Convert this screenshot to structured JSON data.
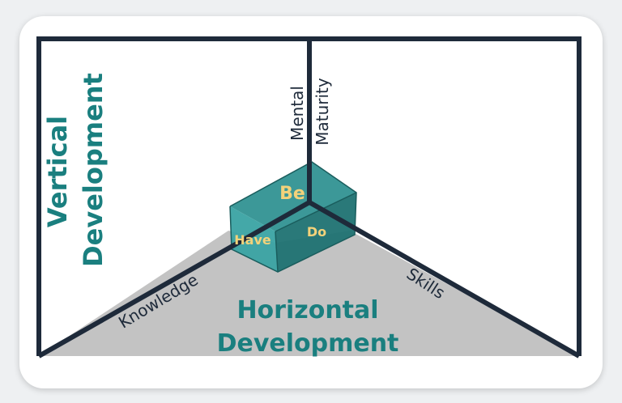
{
  "labels": {
    "vertical_line1": "Vertical",
    "vertical_line2": "Development",
    "horizontal_line1": "Horizontal",
    "horizontal_line2": "Development",
    "mental": "Mental",
    "maturity": "Maturity",
    "knowledge": "Knowledge",
    "skills": "Skills",
    "be": "Be",
    "have": "Have",
    "do": "Do"
  },
  "colors": {
    "frame": "#1e2a3a",
    "floor": "#c3c3c3",
    "accent_teal": "#1a7f7f",
    "box_top": "#2b8f8f",
    "box_front": "#3aa3a3",
    "box_side": "#1f7272",
    "box_label": "#f3d27a"
  }
}
